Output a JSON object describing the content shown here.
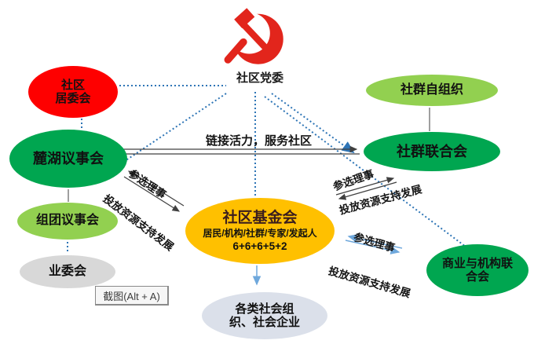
{
  "header": {
    "emblem_icon": "party-emblem-icon",
    "title": "社区党委"
  },
  "nodes": {
    "residents_committee": {
      "line1": "社区",
      "line2": "居委会",
      "color": "#fe0000"
    },
    "self_org": {
      "label": "社群自组织",
      "color": "#92d050"
    },
    "luhu_council": {
      "label": "麓湖议事会",
      "color": "#00a650"
    },
    "community_federation": {
      "label": "社群联合会",
      "color": "#00a650"
    },
    "group_council": {
      "label": "组团议事会",
      "color": "#92d050"
    },
    "owners_committee": {
      "label": "业委会",
      "color": "#d8d8d8"
    },
    "foundation": {
      "title": "社区基金会",
      "subtitle": "居民/机构/社群/专家/发起人",
      "numbers": "6+6+6+5+2",
      "color": "#ffc000"
    },
    "business_federation": {
      "line1": "商业与机构联",
      "line2": "合会",
      "color": "#00a650"
    },
    "social_orgs": {
      "line1": "各类社会组",
      "line2": "织、社会企业",
      "color": "#dbe0ea"
    }
  },
  "edge_labels": {
    "link_vitality": "链接活力，服务社区",
    "pairs": [
      {
        "elect": "参选理事",
        "invest": "投放资源支持发展"
      },
      {
        "elect": "参选理事",
        "invest": "投放资源支持发展"
      },
      {
        "elect": "参选理事",
        "invest": "投放资源支持发展"
      }
    ]
  },
  "tooltip": {
    "label": "截图(Alt + A)"
  },
  "colors": {
    "dotted_line": "#2e75b6",
    "solid_line": "#7f7f7f",
    "black_arrow": "#404040",
    "blue_arrow": "#6fa8dc",
    "emblem_red": "#e2251c"
  }
}
